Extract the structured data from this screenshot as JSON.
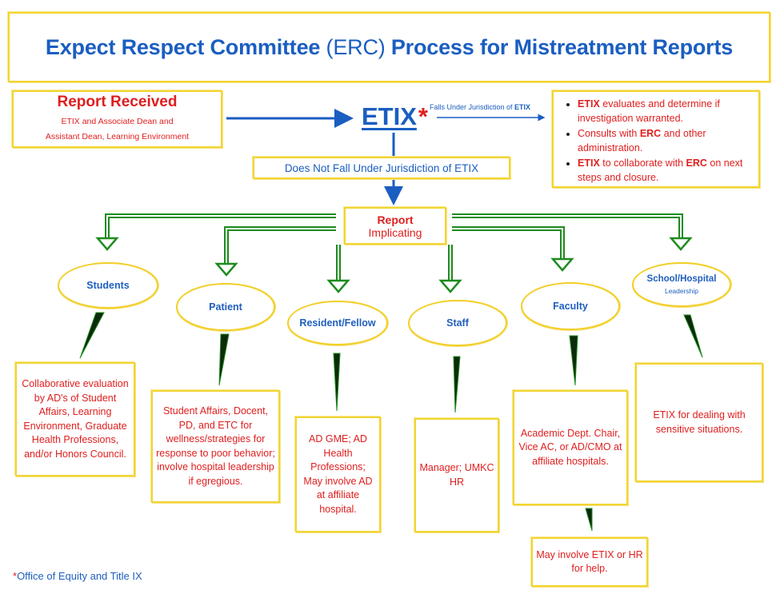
{
  "title": {
    "part1": "Expect Respect Committee ",
    "part2": "(ERC)",
    "part3": " Process for Mistreatment Reports"
  },
  "report_received": {
    "title": "Report Received",
    "line1": "ETIX and Associate Dean and",
    "line2": "Assistant Dean, Learning Environment"
  },
  "etix": {
    "label": "ETIX",
    "asterisk": "*",
    "falls_under_prefix": "Falls Under Jurisdiction of ",
    "falls_under_bold": "ETIX"
  },
  "etix_actions": [
    {
      "bold": "ETIX",
      "text": " evaluates and determine if investigation warranted."
    },
    {
      "bold": "",
      "text": "Consults with ",
      "bold2": "ERC",
      "text2": " and other administration."
    },
    {
      "bold": "ETIX",
      "text": " to collaborate with ",
      "bold2": "ERC",
      "text2": " on next steps and closure."
    }
  ],
  "does_not_fall": {
    "prefix": "Does Not Fall Under Jurisdiction of ",
    "bold": "ETIX"
  },
  "report_implicating": {
    "line1": "Report",
    "line2": "Implicating"
  },
  "categories": [
    {
      "label": "Students",
      "sub": "",
      "description": "Collaborative evaluation by AD's of Student Affairs, Learning Environment, Graduate Health Professions, and/or Honors Council."
    },
    {
      "label": "Patient",
      "sub": "",
      "description": "Student Affairs, Docent, PD, and ETC for wellness/strategies for response to poor behavior; involve hospital leadership if egregious."
    },
    {
      "label": "Resident/Fellow",
      "sub": "",
      "description": "AD GME; AD Health Professions; May involve AD at affiliate hospital."
    },
    {
      "label": "Staff",
      "sub": "",
      "description": "Manager; UMKC HR"
    },
    {
      "label": "Faculty",
      "sub": "",
      "description": "Academic Dept. Chair, Vice AC, or AD/CMO at affiliate hospitals.",
      "followup": "May involve ETIX or HR for help."
    },
    {
      "label": "School/Hospital",
      "sub": "Leadership",
      "description": "ETIX for dealing with sensitive situations."
    }
  ],
  "footnote": {
    "asterisk": "*",
    "text": "Office of Equity and Title IX"
  },
  "colors": {
    "title_blue": "#1a5ec1",
    "text_red": "#e01e1e",
    "box_yellow": "#f2d433",
    "arrow_green": "#1e8c1e",
    "arrow_blue": "#1a5ec1"
  }
}
